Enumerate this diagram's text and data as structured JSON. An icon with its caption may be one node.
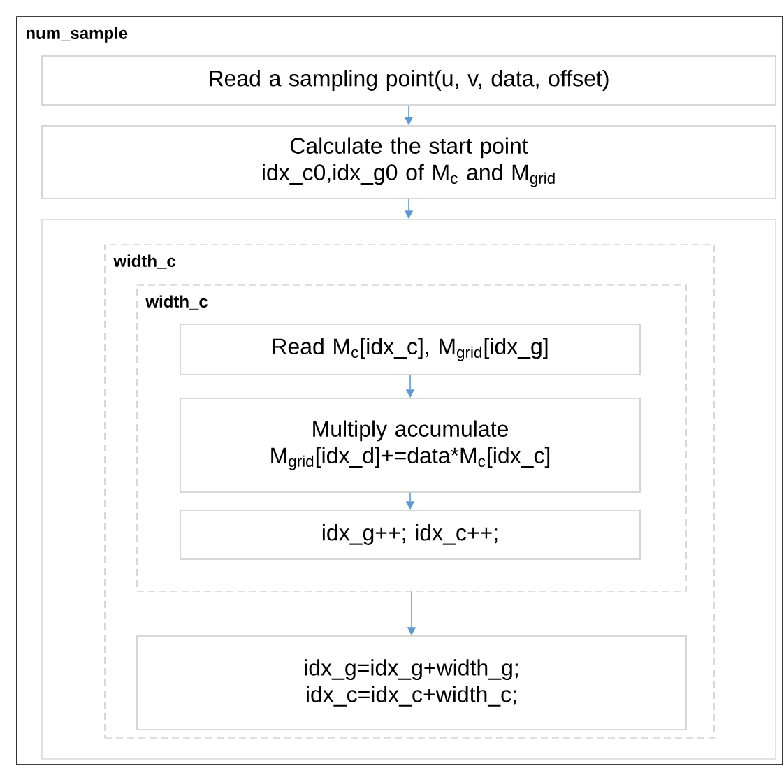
{
  "diagram": {
    "nodes": [
      {
        "text": [
          "num_sample"
        ]
      },
      {
        "text": [
          "Read a sampling point(u, v, data, offset)"
        ],
        "in": 0
      },
      {
        "text": [
          "Calculate the start point idx_c0,idx_g0 of M$_{c}$ and M$_{grid}$"
        ],
        "in": 0
      },
      {
        "text": [],
        "shape": "box",
        "in": 0
      },
      {
        "text": [
          "width_c"
        ],
        "in": 3
      },
      {
        "text": [
          "width_c"
        ],
        "in": 4
      },
      {
        "text": [
          "Read M$_{c}$[idx_c], M$_{grid}$[idx_g]"
        ],
        "in": 5
      },
      {
        "text": [
          "Multiply accumulate M$_{grid}$[idx_d]+=data*M$_{c}$[idx_c]"
        ],
        "in": 5
      },
      {
        "text": [
          "idx_g++; idx_c++;"
        ],
        "in": 5
      },
      {
        "text": [
          "idx_g=idx_g+width_g; idx_c=idx_c+width_c;"
        ],
        "in": 4
      }
    ],
    "edges": [
      {
        "from": 1,
        "to": 2,
        "arrow": "to"
      },
      {
        "from": 2,
        "to": 3,
        "arrow": "to"
      },
      {
        "from": 6,
        "to": 7,
        "arrow": "to"
      },
      {
        "from": 7,
        "to": 8,
        "arrow": "to"
      },
      {
        "from": 5,
        "to": 9,
        "arrow": "to"
      }
    ]
  }
}
